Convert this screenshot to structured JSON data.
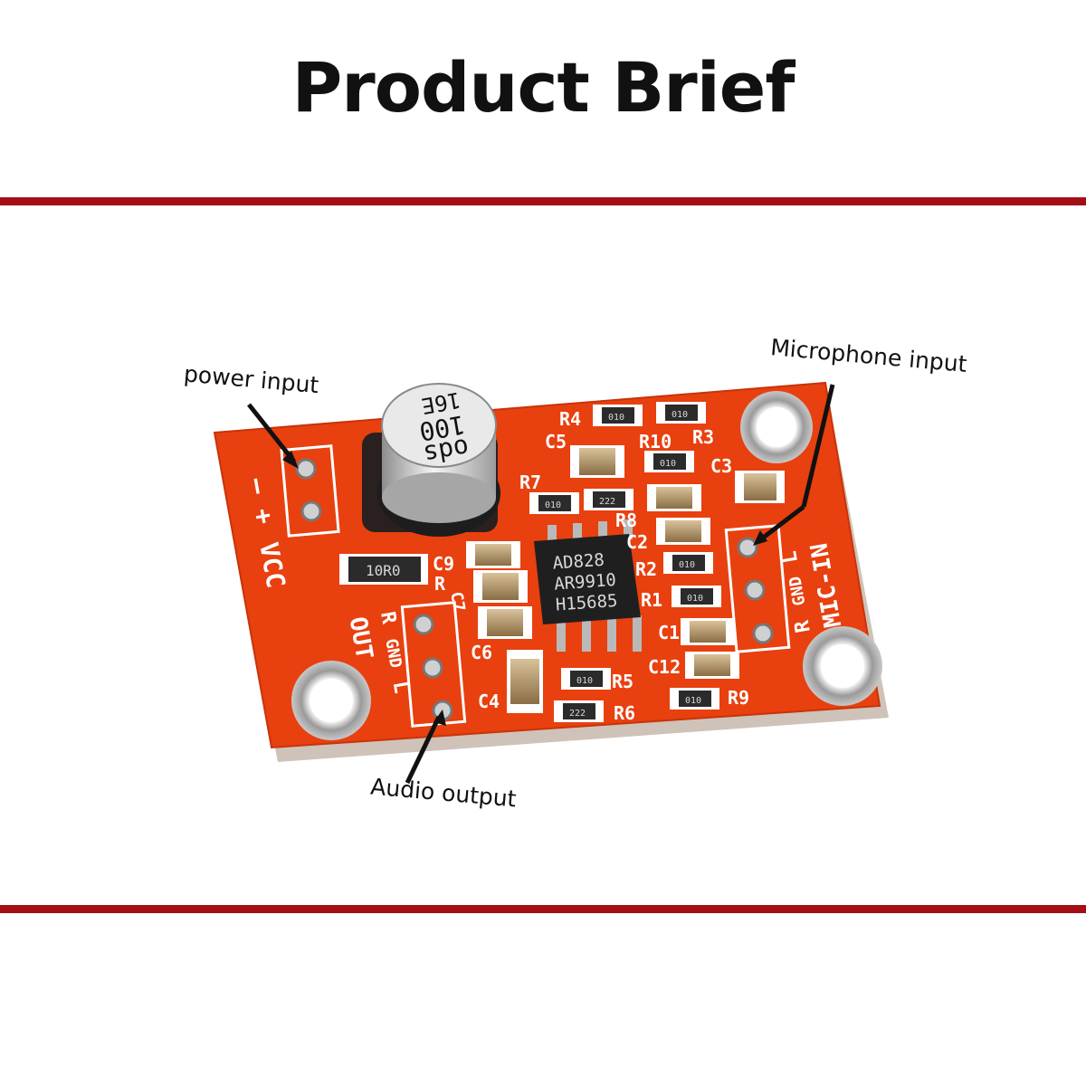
{
  "header": {
    "title": "Product Brief"
  },
  "callouts": {
    "power": "power input",
    "microphone": "Microphone input",
    "audio": "Audio output"
  },
  "board": {
    "power_pins": [
      "–",
      "+",
      "VCC"
    ],
    "out_pins": [
      "R",
      "GND",
      "L"
    ],
    "out_label": "OUT",
    "mic_pins": [
      "R",
      "GND",
      "L"
    ],
    "mic_label": "MIC-IN",
    "chip_lines": [
      "AD828",
      "AR9910",
      "H15685"
    ],
    "capacitor_lines": [
      "ods",
      "100",
      "16E"
    ],
    "resistor_10r0": "10R0",
    "component_labels": [
      "R4",
      "C5",
      "R10",
      "R3",
      "C3",
      "R7",
      "R8",
      "C2",
      "R2",
      "R1",
      "C1",
      "C12",
      "R9",
      "R5",
      "R6",
      "C4",
      "C6",
      "C9",
      "R",
      "C7"
    ],
    "smd_codes": [
      "010",
      "010",
      "010",
      "222",
      "010",
      "010",
      "010",
      "010",
      "222",
      "010"
    ]
  },
  "colors": {
    "accent_rule": "#a40f16",
    "pcb": "#e8400f",
    "silkscreen": "#ffffff"
  }
}
